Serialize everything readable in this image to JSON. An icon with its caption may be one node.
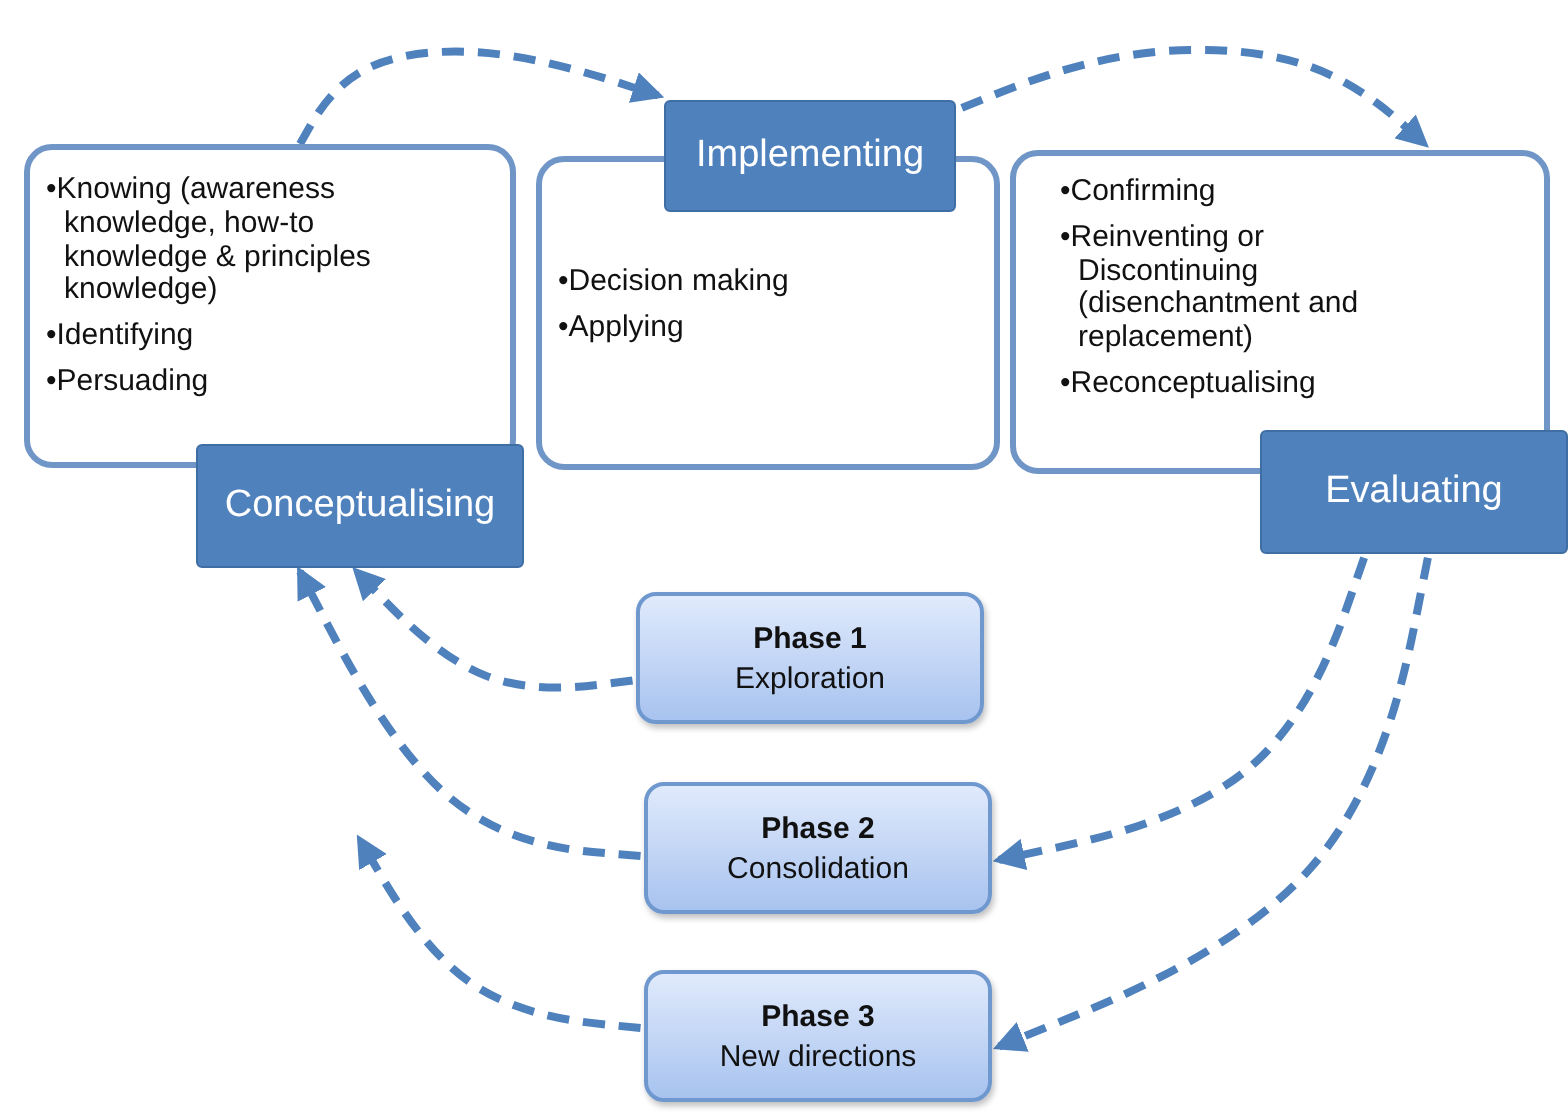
{
  "diagram": {
    "nodes": [
      {
        "text": [
          "•Knowing (awareness knowledge, how-to knowledge & principles knowledge)",
          "•Identifying",
          "•Persuading"
        ]
      },
      {
        "text": [
          "Conceptualising"
        ]
      },
      {
        "text": [
          "•Decision making",
          "•Applying"
        ]
      },
      {
        "text": [
          "Implementing"
        ]
      },
      {
        "text": [
          "•Confirming",
          "•Reinventing or Discontinuing (disenchantment and replacement)",
          "•Reconceptualising"
        ]
      },
      {
        "text": [
          "Evaluating"
        ]
      },
      {
        "text": [
          "Phase 1",
          "Exploration"
        ]
      },
      {
        "text": [
          "Phase 2",
          "Consolidation"
        ]
      },
      {
        "text": [
          "Phase 3",
          "New directions"
        ]
      }
    ],
    "edges": [
      {
        "from": 0,
        "to": 3,
        "arrow": "to",
        "style": "dashed"
      },
      {
        "from": 3,
        "to": 4,
        "arrow": "to",
        "style": "dashed"
      },
      {
        "from": 6,
        "to": 1,
        "arrow": "to",
        "style": "dashed"
      },
      {
        "from": 7,
        "to": 1,
        "arrow": "to",
        "style": "dashed"
      },
      {
        "from": 8,
        "to": null,
        "arrow": "to",
        "style": "dashed"
      },
      {
        "from": 5,
        "to": 7,
        "arrow": "to",
        "style": "dashed"
      },
      {
        "from": 5,
        "to": 8,
        "arrow": "to",
        "style": "dashed"
      }
    ]
  }
}
